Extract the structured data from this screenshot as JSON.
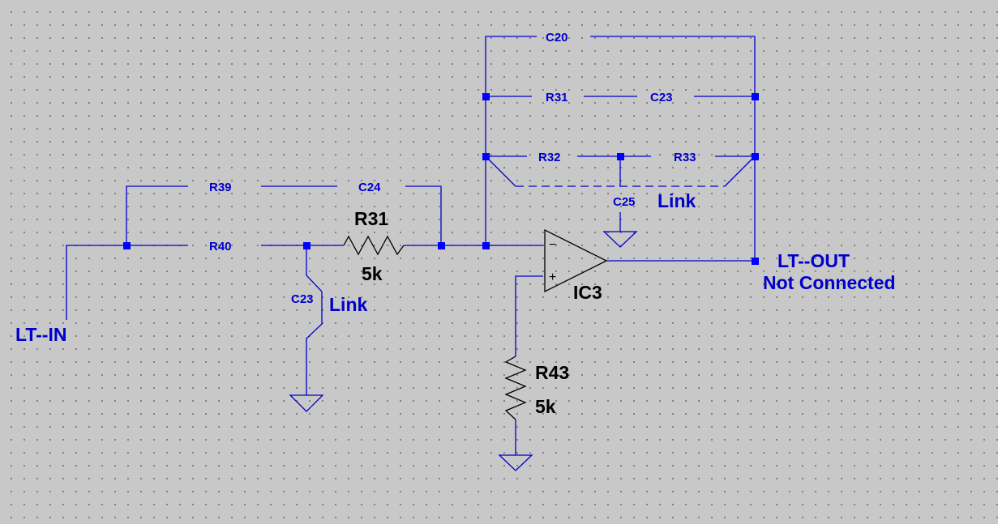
{
  "labels": {
    "c20": "C20",
    "r31_top": "R31",
    "c23_top": "C23",
    "r32": "R32",
    "r33": "R33",
    "c25": "C25",
    "link_upper": "Link",
    "r39": "R39",
    "c24": "C24",
    "r40": "R40",
    "r31_name": "R31",
    "r31_value": "5k",
    "c23_mid": "C23",
    "link_lower": "Link",
    "lt_in": "LT--IN",
    "ic3": "IC3",
    "lt_out": "LT--OUT",
    "not_connected": "Not Connected",
    "r43_name": "R43",
    "r43_value": "5k",
    "opamp_minus": "−",
    "opamp_plus": "+"
  },
  "colors": {
    "background": "#c8c8c8",
    "wire": "#0000cc",
    "junction": "#0000ff",
    "component": "#000000"
  }
}
